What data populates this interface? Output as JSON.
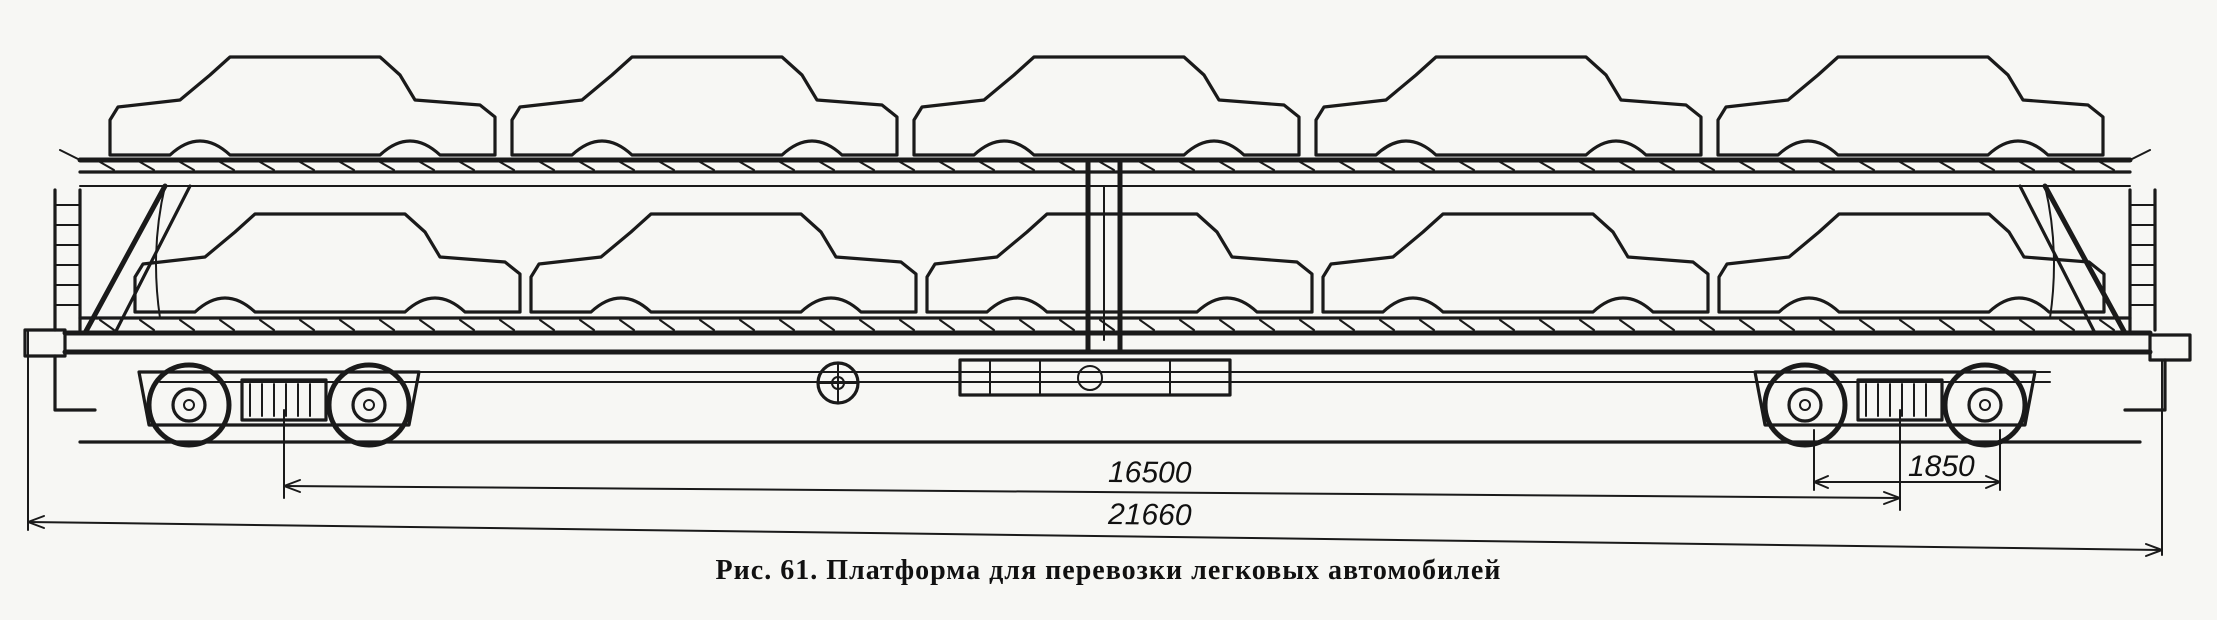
{
  "figure": {
    "caption": "Рис. 61. Платформа для перевозки легковых автомобилей",
    "upper_deck_cars": 5,
    "lower_deck_cars": 5,
    "dimensions": [
      {
        "id": "bogie-center-distance",
        "label": "16500"
      },
      {
        "id": "overall-length",
        "label": "21660"
      },
      {
        "id": "bogie-wheelbase",
        "label": "1850"
      }
    ],
    "colors": {
      "ink": "#1a1a1a",
      "paper": "#f7f7f4"
    }
  }
}
